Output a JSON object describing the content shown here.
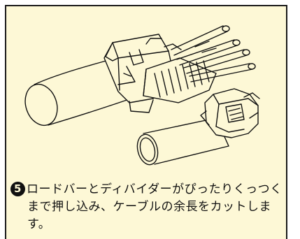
{
  "instruction": {
    "step_number": "5",
    "lines": [
      "ロードバーとディバイダーがぴったりくっつく",
      "まで押し込み、ケーブルの余長をカットしま",
      "す。"
    ]
  },
  "colors": {
    "panel_background": "#fdf8d6",
    "border": "#1a1a1a",
    "line_art": "#111111"
  },
  "icons": {
    "step_badge": "circled-number"
  }
}
